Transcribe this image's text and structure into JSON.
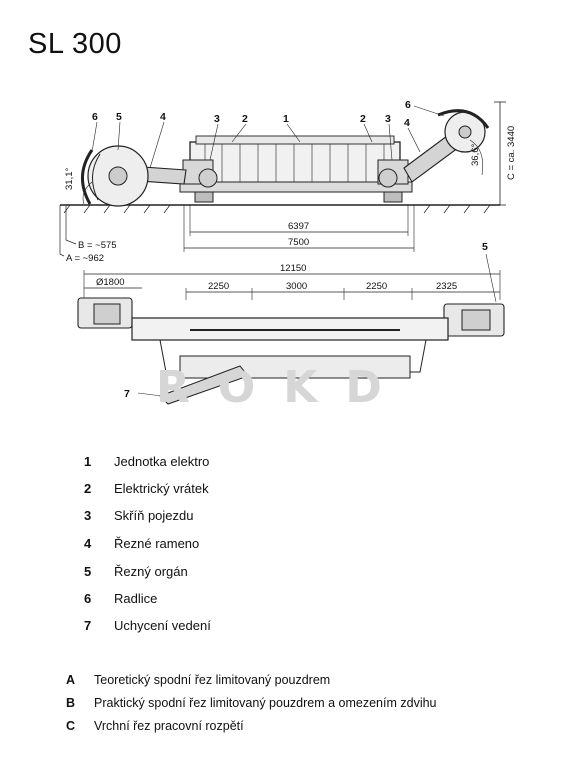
{
  "title": "SL 300",
  "watermark": "ROKD",
  "callouts_top_left": [
    "6",
    "5",
    "4",
    "3",
    "2",
    "1"
  ],
  "callouts_top_right": [
    "2",
    "3",
    "4",
    "6"
  ],
  "callout_plan_5": "5",
  "callout_plan_7": "7",
  "dimensions": {
    "d6397": "6397",
    "d7500": "7500",
    "d12150": "12150",
    "d1800": "Ø1800",
    "d2250a": "2250",
    "d3000": "3000",
    "d2250b": "2250",
    "d2325": "2325",
    "angle_left": "31,1°",
    "angle_right": "36,6°",
    "height_c": "C = ca. 3440",
    "b_label": "B = ~575",
    "a_label": "A = ~962"
  },
  "legend": [
    {
      "key": "1",
      "text": "Jednotka elektro"
    },
    {
      "key": "2",
      "text": "Elektrický vrátek"
    },
    {
      "key": "3",
      "text": "Skříň pojezdu"
    },
    {
      "key": "4",
      "text": "Řezné rameno"
    },
    {
      "key": "5",
      "text": "Řezný orgán"
    },
    {
      "key": "6",
      "text": "Radlice"
    },
    {
      "key": "7",
      "text": "Uchycení vedení"
    }
  ],
  "legend_letters": [
    {
      "key": "A",
      "text": "Teoretický spodní řez limitovaný pouzdrem"
    },
    {
      "key": "B",
      "text": "Praktický spodní řez limitovaný pouzdrem a omezením zdvihu"
    },
    {
      "key": "C",
      "text": "Vrchní řez pracovní rozpětí"
    }
  ]
}
